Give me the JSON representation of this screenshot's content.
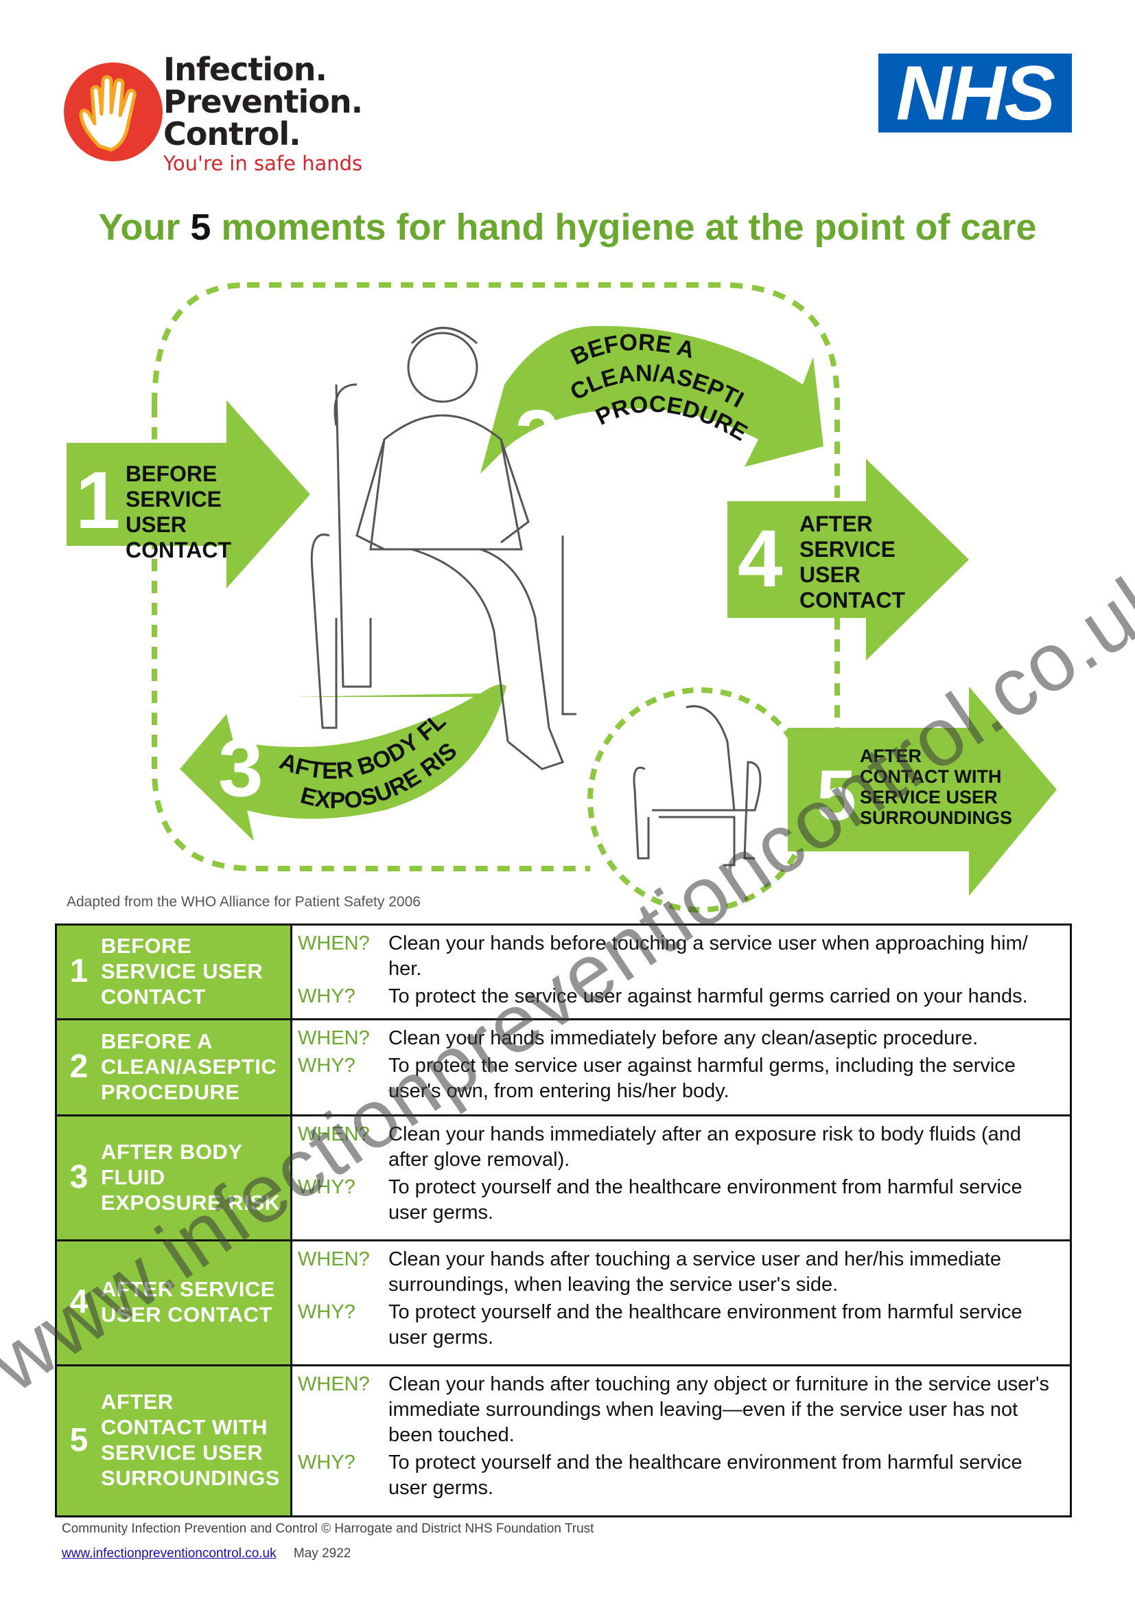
{
  "header": {
    "logo_lines": [
      "Infection.",
      "Prevention.",
      "Control."
    ],
    "logo_tagline": "You're in safe hands",
    "nhs": "NHS"
  },
  "title": {
    "before": "Your ",
    "number": "5",
    "after": " moments for hand hygiene at the point of care"
  },
  "diagram": {
    "moments": [
      {
        "num": "1",
        "lines": [
          "BEFORE",
          "SERVICE",
          "USER",
          "CONTACT"
        ]
      },
      {
        "num": "2",
        "lines": [
          "BEFORE A",
          "CLEAN/ASEPTIC",
          "PROCEDURE"
        ]
      },
      {
        "num": "3",
        "lines": [
          "AFTER BODY FLUID",
          "EXPOSURE RISK"
        ]
      },
      {
        "num": "4",
        "lines": [
          "AFTER",
          "SERVICE",
          "USER",
          "CONTACT"
        ]
      },
      {
        "num": "5",
        "lines": [
          "AFTER",
          "CONTACT WITH",
          "SERVICE USER",
          "SURROUNDINGS"
        ]
      }
    ],
    "colors": {
      "arrow": "#8dc63f",
      "dash": "#8dc63f",
      "title": "#6aa82f"
    }
  },
  "adapted_note": "Adapted from the WHO Alliance for Patient Safety 2006",
  "table": {
    "when_label": "WHEN?",
    "why_label": "WHY?",
    "rows": [
      {
        "num": "1",
        "label": "BEFORE SERVICE USER CONTACT",
        "when": "Clean your hands before touching a service user when approaching him/ her.",
        "why": "To protect the service user against harmful germs carried on your hands."
      },
      {
        "num": "2",
        "label": "BEFORE A CLEAN/ASEPTIC PROCEDURE",
        "when": "Clean your hands immediately before any clean/aseptic procedure.",
        "why": "To protect the service user against harmful germs, including the service user's own, from entering his/her body."
      },
      {
        "num": "3",
        "label": "AFTER BODY FLUID EXPOSURE RISK",
        "when": "Clean your hands immediately after an exposure risk to body fluids (and after glove removal).",
        "why": "To protect yourself and the healthcare environment from harmful service user germs."
      },
      {
        "num": "4",
        "label": "AFTER SERVICE USER CONTACT",
        "when": "Clean your hands after touching a service user and her/his immediate surroundings, when leaving the service user's side.",
        "why": "To protect yourself and the healthcare environment from harmful service user germs."
      },
      {
        "num": "5",
        "label": "AFTER CONTACT WITH SERVICE USER SURROUNDINGS",
        "when": "Clean your hands after touching any object or furniture in the service user's immediate surroundings when leaving—even if the service user has not been touched.",
        "why": "To protect yourself and the healthcare environment from harmful service user germs."
      }
    ]
  },
  "footer": {
    "line1": "Community Infection Prevention and Control  © Harrogate and District NHS Foundation Trust",
    "link": "www.infectionpreventioncontrol.co.uk",
    "date": "May 2922"
  },
  "watermark": "www.infectionpreventioncontrol.co.uk"
}
